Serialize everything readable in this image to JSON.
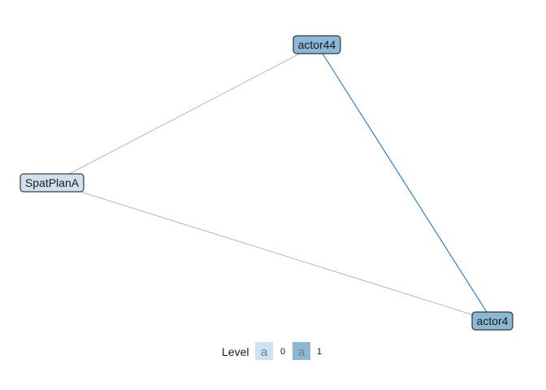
{
  "graph": {
    "nodes": [
      {
        "id": "actor44",
        "label": "actor44",
        "level": "1"
      },
      {
        "id": "SpatPlanA",
        "label": "SpatPlanA",
        "level": "0"
      },
      {
        "id": "actor4",
        "label": "actor4",
        "level": "1"
      }
    ],
    "edges": [
      {
        "from": "actor44",
        "to": "SpatPlanA",
        "color": "#a6a6a6"
      },
      {
        "from": "SpatPlanA",
        "to": "actor4",
        "color": "#a6a6a6"
      },
      {
        "from": "actor44",
        "to": "actor4",
        "color": "#1f78c8"
      }
    ]
  },
  "legend": {
    "title": "Level",
    "items": [
      {
        "key_text": "a",
        "value": "0",
        "color": "#cfe1ee"
      },
      {
        "key_text": "a",
        "value": "1",
        "color": "#8cb8d6"
      }
    ]
  }
}
